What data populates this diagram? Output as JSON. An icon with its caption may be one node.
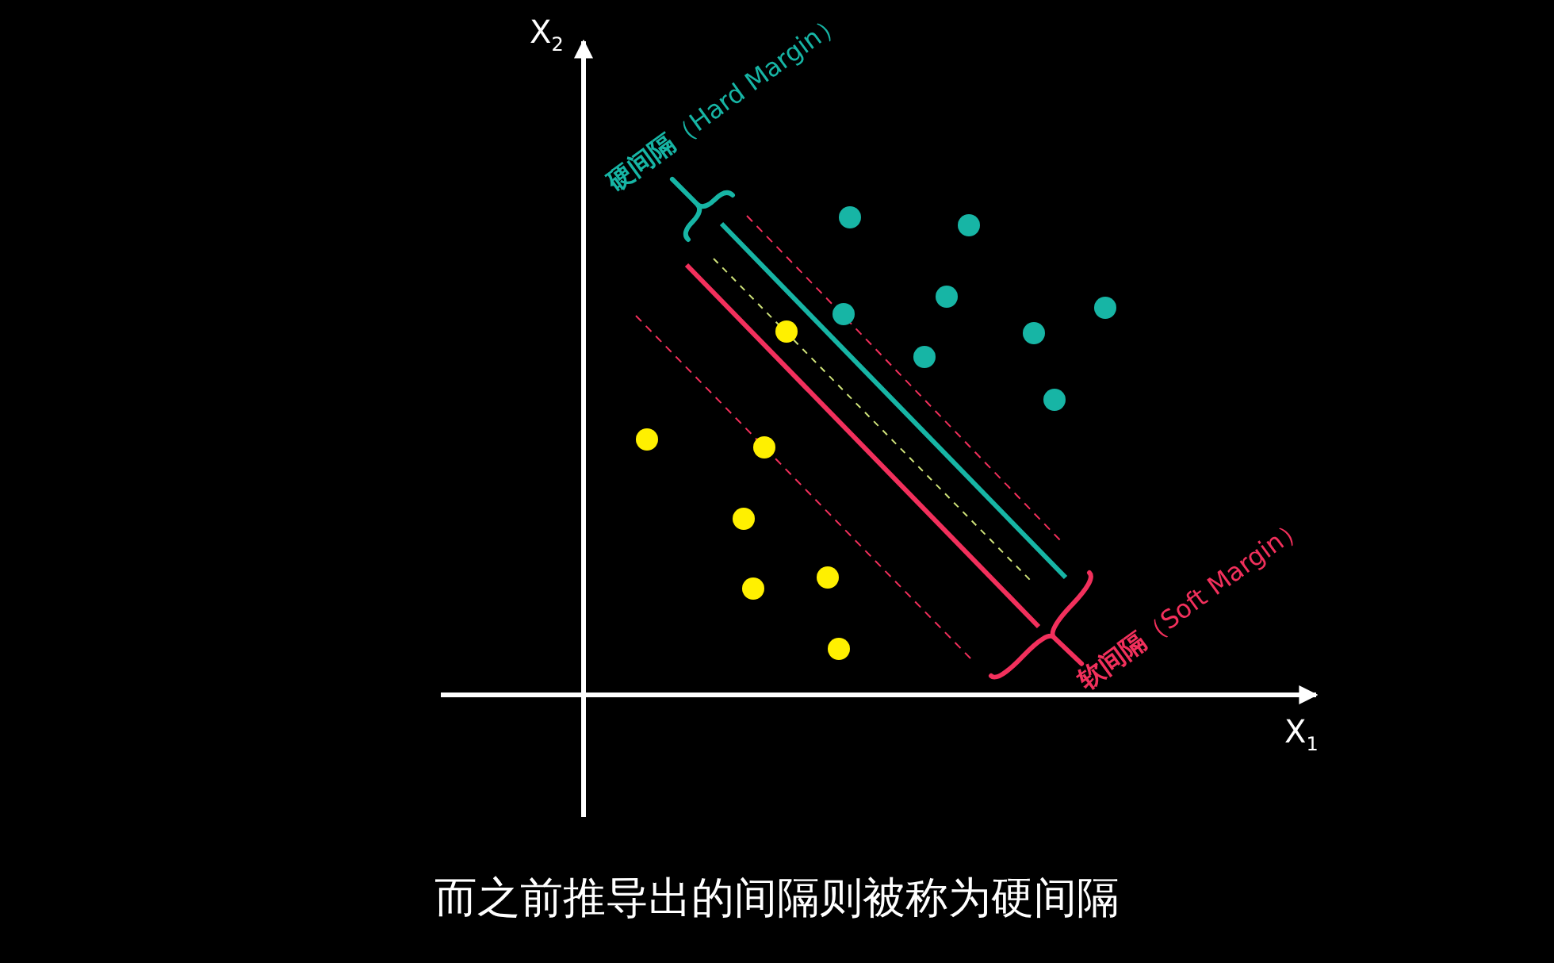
{
  "diagram": {
    "caption": "而之前推导出的间隔则被称为硬间隔",
    "labels": [
      "X$_{2}$",
      "**硬间隔**（Hard Margin）",
      "**软间隔**（Soft Margin）",
      "X$_{1}$"
    ]
  }
}
